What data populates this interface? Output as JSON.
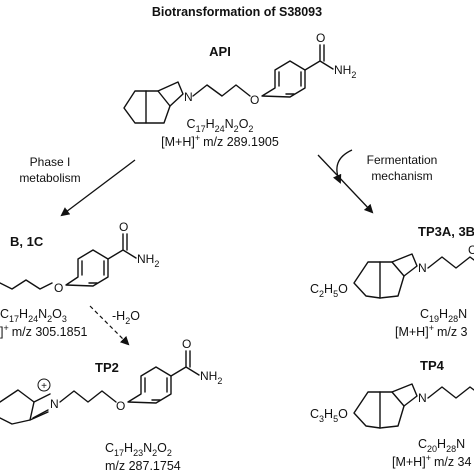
{
  "title": "Biotransformation of S38093",
  "api": {
    "label": "API",
    "amide": "NH",
    "amide_sub": "2",
    "nitrogen": "N",
    "oxygen": "O",
    "formula": [
      "C",
      "17",
      "H",
      "24",
      "N",
      "2",
      "O",
      "2"
    ],
    "mass": "m/z 289.1905"
  },
  "adduct": {
    "open": "[M+H]",
    "sup": "+"
  },
  "left_arrow": {
    "line1": "Phase I",
    "line2": "metabolism"
  },
  "right_arrow": {
    "line1": "Fermentation",
    "line2": "mechanism"
  },
  "met_1": {
    "label": "B, 1C",
    "amide": "NH",
    "amide_sub": "2",
    "oxygen": "O",
    "formula": [
      "C",
      "17",
      "H",
      "24",
      "N",
      "2",
      "O",
      "3"
    ],
    "adduct_tail": "]",
    "mass": "m/z 305.1851"
  },
  "water_loss": {
    "minus": "-H",
    "sub": "2",
    "tail": "O"
  },
  "tp2": {
    "label": "TP2",
    "nitrogen": "N",
    "charge": "+",
    "amide": "NH",
    "amide_sub": "2",
    "oxygen": "O",
    "formula": [
      "C",
      "17",
      "H",
      "23",
      "N",
      "2",
      "O",
      "2"
    ],
    "mass": "m/z 287.1754"
  },
  "tp3": {
    "label": "TP3A, 3B",
    "substituent": [
      "C",
      "2",
      "H",
      "5",
      "O"
    ],
    "nitrogen": "N",
    "formula_start": "C",
    "formula_sub": "19",
    "formula_tail": "H",
    "formula_tail_sub": "28",
    "formula_end": "N",
    "mass": "m/z 3"
  },
  "tp4": {
    "label": "TP4",
    "substituent": [
      "C",
      "3",
      "H",
      "5",
      "O"
    ],
    "nitrogen": "N",
    "formula_start": "C",
    "formula_sub": "20",
    "formula_tail": "H",
    "formula_tail_sub": "28",
    "formula_end": "N",
    "mass": "m/z 34"
  }
}
